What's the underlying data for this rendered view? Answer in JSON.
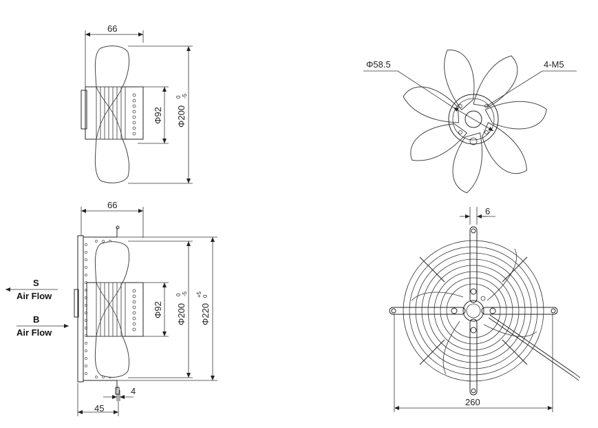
{
  "top_side_view": {
    "width_dim": "66",
    "hub_dia": "Φ92",
    "fan_dia": "Φ200",
    "fan_tol_upper": "0",
    "fan_tol_lower": "-5"
  },
  "top_front_view": {
    "bore_dia": "Φ58.5",
    "mount_holes": "4-M5"
  },
  "bottom_side_view": {
    "width_dim": "66",
    "hub_dia": "Φ92",
    "fan_dia": "Φ200",
    "fan_tol_upper": "0",
    "fan_tol_lower": "-5",
    "guard_dia": "Φ220",
    "guard_tol_upper": "+5",
    "guard_tol_lower": "0",
    "flange_thickness": "4",
    "depth_dim": "45",
    "airflow_s_letter": "S",
    "airflow_s_label": "Air Flow",
    "airflow_b_letter": "B",
    "airflow_b_label": "Air Flow"
  },
  "bottom_front_view": {
    "bar_width": "6",
    "overall_width": "260"
  }
}
